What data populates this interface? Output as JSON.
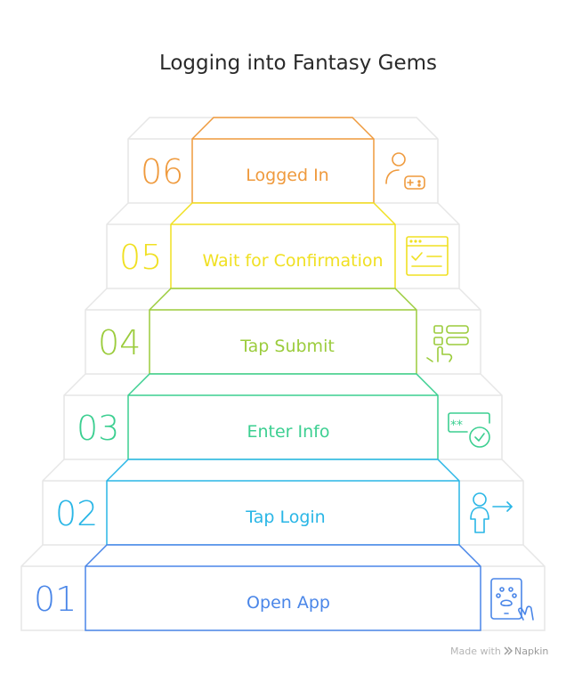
{
  "title": "Logging into Fantasy Gems",
  "steps": [
    {
      "number": "01",
      "label": "Open App",
      "color": "#4a86e8",
      "icon": "mobile-app-icon"
    },
    {
      "number": "02",
      "label": "Tap Login",
      "color": "#29b6e6",
      "icon": "user-login-icon"
    },
    {
      "number": "03",
      "label": "Enter Info",
      "color": "#3ccf91",
      "icon": "password-check-icon"
    },
    {
      "number": "04",
      "label": "Tap Submit",
      "color": "#9bcc3c",
      "icon": "tap-list-icon"
    },
    {
      "number": "05",
      "label": "Wait for Confirmation",
      "color": "#f0e022",
      "icon": "confirmation-window-icon"
    },
    {
      "number": "06",
      "label": "Logged In",
      "color": "#ef9a3d",
      "icon": "user-gamepad-icon"
    }
  ],
  "footer": {
    "made_with": "Made with",
    "brand": "Napkin"
  }
}
